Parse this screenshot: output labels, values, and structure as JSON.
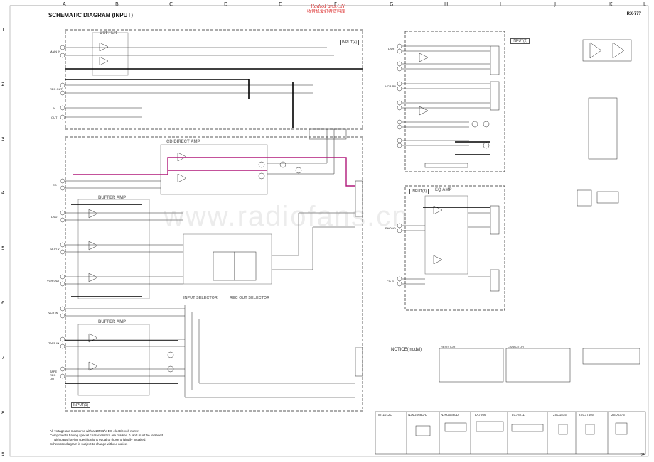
{
  "header": {
    "title": "SCHEMATIC DIAGRAM (INPUT)",
    "model": "RX-777",
    "watermark_top": "RadioFans.CN",
    "watermark_sub": "收音机爱好者资料库",
    "watermark_center": "www.radiofans.cn",
    "page_number": "25"
  },
  "grid": {
    "columns": [
      "A",
      "B",
      "C",
      "D",
      "E",
      "F",
      "G",
      "H",
      "I",
      "J",
      "K",
      "L"
    ],
    "rows": [
      "1",
      "2",
      "3",
      "4",
      "5",
      "6",
      "7",
      "8",
      "9"
    ]
  },
  "blocks": {
    "buffer": "BUFFER",
    "cd_direct_amp": "CD DIRECT AMP",
    "buffer_amp_1": "BUFFER AMP",
    "buffer_amp_2": "BUFFER AMP",
    "input_selector": "INPUT SELECTOR",
    "rec_out_selector": "REC OUT SELECTOR",
    "eq_amp": "EQ AMP"
  },
  "board_tags": {
    "input4": "INPUT(4)",
    "input2": "INPUT(2)",
    "input3": "INPUT(3)",
    "input1": "INPUT(1)"
  },
  "jacks": [
    "MAIN IN",
    "REC OUT",
    "IN",
    "OUT",
    "CD",
    "DVD",
    "SAT/TV",
    "VCR OUT",
    "VCR IN",
    "TAPE IN",
    "TAPE REC OUT",
    "DVR",
    "VCR PB",
    "PHONO",
    "CD-R"
  ],
  "notes": {
    "n1": "All voltage are measured with a 10MΩ/V DC electric volt meter.",
    "n2": "Components having special characteristics are marked ⚠ and must be replaced",
    "n3": "with parts having specifications equal to those originally installed.",
    "n4": "Schematic diagram is subject to change without notice."
  },
  "notice": {
    "title": "NOTICE(model)",
    "resistor": "RESISTOR",
    "capacitor": "CAPACITOR"
  },
  "parts": [
    "MTZJ12C",
    "NJM2068D-D",
    "NJM2068LD",
    "LA7956",
    "LC78211",
    "2SC1815",
    "2SC1740S",
    "2SD0375"
  ]
}
